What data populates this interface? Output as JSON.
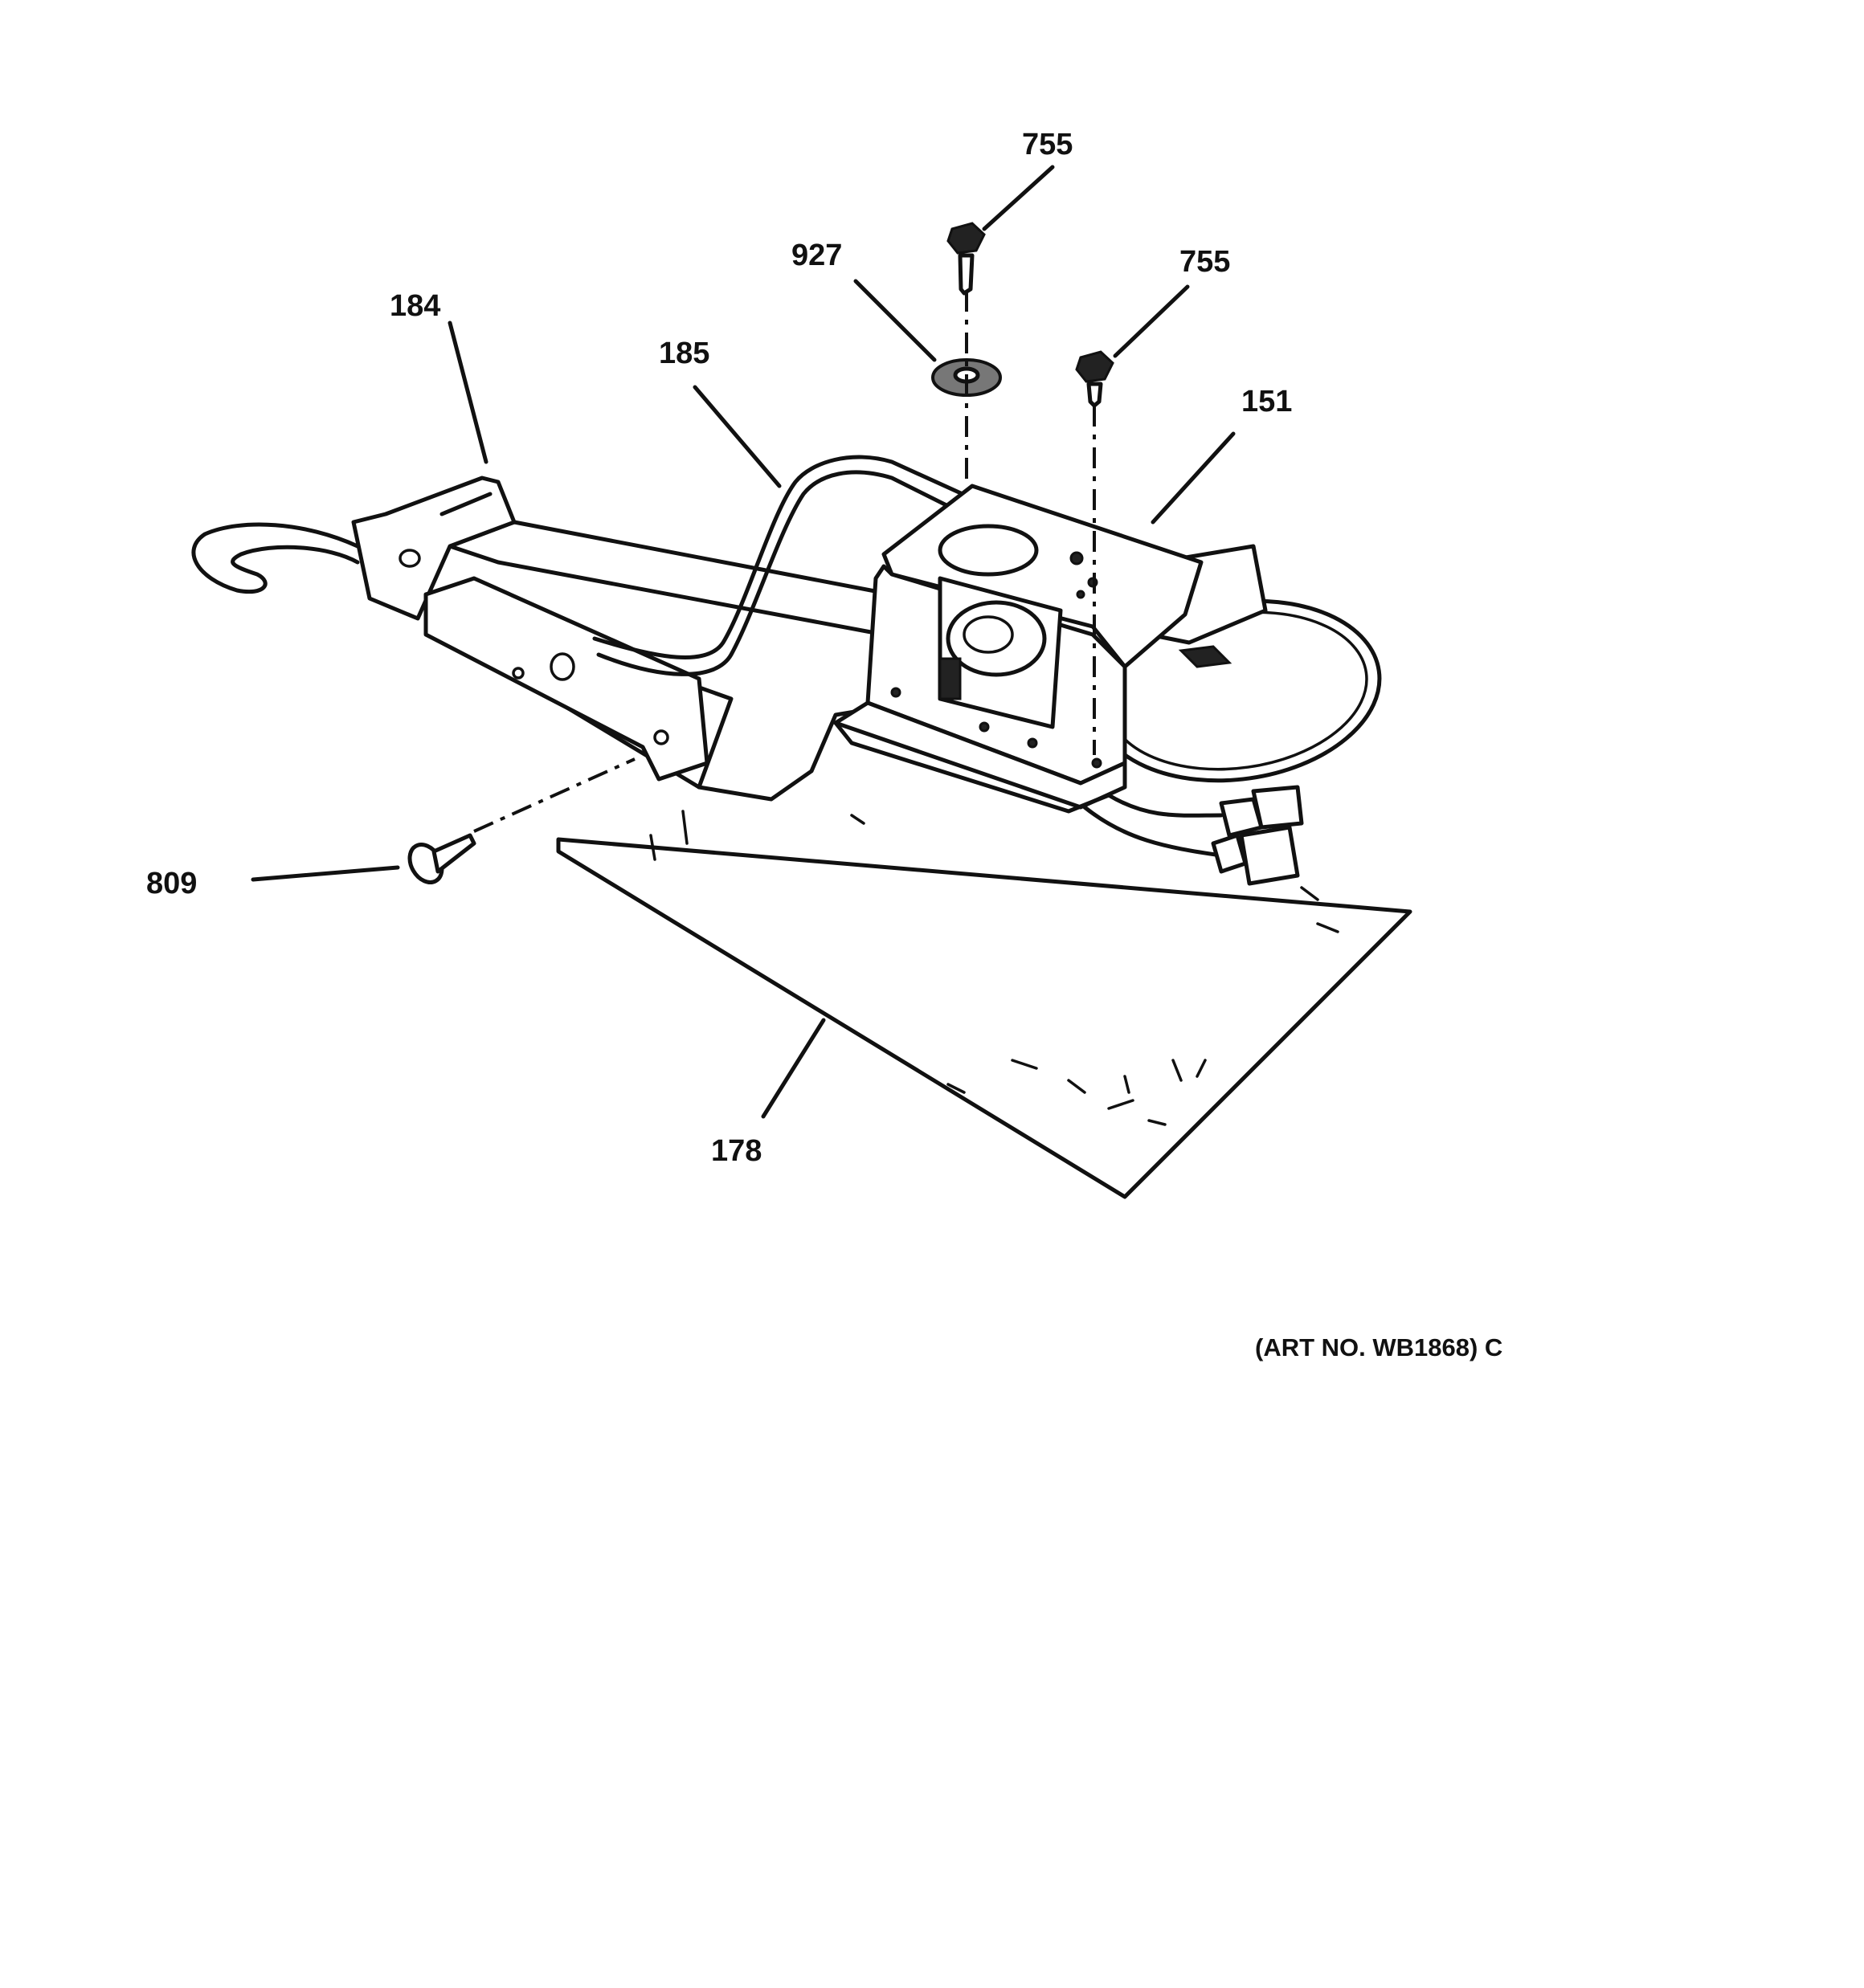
{
  "diagram": {
    "callouts": [
      {
        "id": "c755a",
        "text": "755"
      },
      {
        "id": "c927",
        "text": "927"
      },
      {
        "id": "c755b",
        "text": "755"
      },
      {
        "id": "c184",
        "text": "184"
      },
      {
        "id": "c185",
        "text": "185"
      },
      {
        "id": "c151",
        "text": "151"
      },
      {
        "id": "c809",
        "text": "809"
      },
      {
        "id": "c178",
        "text": "178"
      }
    ],
    "art_number": "(ART NO. WB1868) C"
  }
}
